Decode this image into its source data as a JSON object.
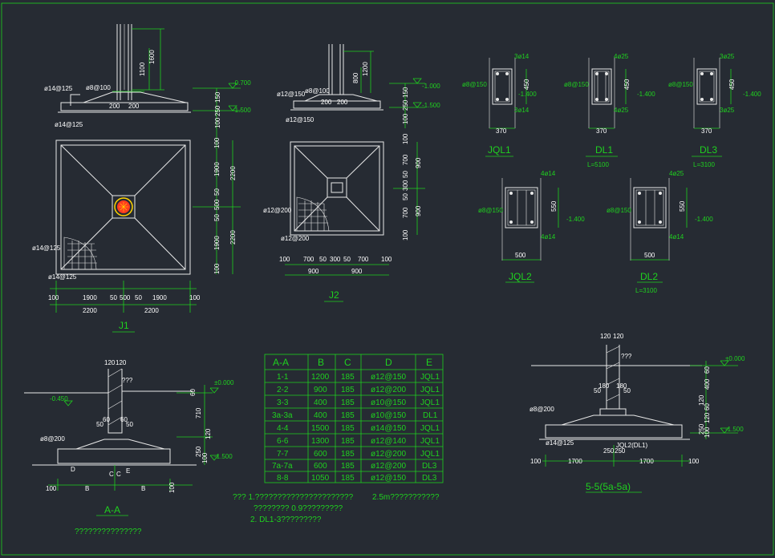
{
  "titles": {
    "j1": "J1",
    "j2": "J2",
    "jql1": "JQL1",
    "dl1": "DL1",
    "dl1_len": "L=5100",
    "dl3": "DL3",
    "dl3_len": "L=3100",
    "jql2": "JQL2",
    "dl2": "DL2",
    "dl2_len": "L=3100",
    "aa": "A-A",
    "aa_sub": "???????????????",
    "s55": "5-5(5a-5a)"
  },
  "j1": {
    "col_dim1": "1600",
    "col_dim2": "1100",
    "rebar_col": "ø8@100",
    "dim_200a": "200",
    "dim_200b": "200",
    "rebar_top": "ø14@125",
    "rebar_bot": "ø14@125",
    "elev_top": "-0.700",
    "elev_bot": "-1.500",
    "side_dims": [
      "150",
      "250",
      "100"
    ],
    "plan_side": [
      "100",
      "1900",
      "50",
      "500",
      "50",
      "1900",
      "100"
    ],
    "plan_total": [
      "2200",
      "2200"
    ],
    "plan_rebar1": "ø14@125",
    "plan_rebar2": "ø14@125",
    "bottom_dims": [
      "100",
      "1900",
      "50",
      "500",
      "50",
      "1900",
      "100"
    ],
    "bottom_total": [
      "2200",
      "2200"
    ]
  },
  "j2": {
    "col_dim1": "1200",
    "col_dim2": "800",
    "rebar_col": "ø8@100",
    "dim_200a": "200",
    "dim_200b": "200",
    "rebar_top": "ø12@150",
    "rebar_bot": "ø12@150",
    "elev_top": "-1.000",
    "elev_bot": "-1.500",
    "side_dims": [
      "150",
      "250",
      "100"
    ],
    "plan_side": [
      "100",
      "700",
      "50",
      "300",
      "50",
      "700",
      "100"
    ],
    "plan_total": [
      "900",
      "900"
    ],
    "plan_rebar1": "ø12@200",
    "plan_rebar2": "ø12@200",
    "bottom_dims": [
      "100",
      "700",
      "50",
      "300",
      "50",
      "700",
      "100"
    ],
    "bottom_total": [
      "900",
      "900"
    ]
  },
  "beams": {
    "jql1": {
      "top": "3ø14",
      "side": "ø8@150",
      "bot": "3ø14",
      "h": "450",
      "elev": "-1.400",
      "w": "370"
    },
    "dl1": {
      "top": "4ø25",
      "side": "ø8@150",
      "bot": "4ø25",
      "h": "450",
      "elev": "-1.400",
      "w": "370"
    },
    "dl3": {
      "top": "3ø25",
      "side": "ø8@150",
      "bot": "3ø25",
      "h": "450",
      "elev": "-1.400",
      "w": "370"
    },
    "jql2": {
      "top": "4ø14",
      "side": "ø8@150",
      "bot": "4ø14",
      "h": "550",
      "elev": "-1.400",
      "w": "500"
    },
    "dl2": {
      "top": "4ø25",
      "side": "ø8@150",
      "bot": "4ø14",
      "h": "550",
      "elev": "-1.400",
      "w": "500"
    }
  },
  "section_aa": {
    "top_dims": [
      "120",
      "120"
    ],
    "q": "???",
    "elev_pos": "±0.000",
    "elev_neg": "-0.450",
    "elev_low": "-1.500",
    "dims_mid": [
      "50",
      "60",
      "60",
      "50"
    ],
    "rebar": "ø8@200",
    "right_dims": [
      "60",
      "710",
      "120",
      "250",
      "100"
    ],
    "letters": [
      "D",
      "C",
      "C",
      "E"
    ],
    "bottom": [
      "100",
      "B",
      "B",
      "100"
    ]
  },
  "table": {
    "headers": [
      "A-A",
      "B",
      "C",
      "D",
      "E"
    ],
    "rows": [
      [
        "1-1",
        "1200",
        "185",
        "ø12@150",
        "JQL1"
      ],
      [
        "2-2",
        "900",
        "185",
        "ø12@200",
        "JQL1"
      ],
      [
        "3-3",
        "400",
        "185",
        "ø10@150",
        "JQL1"
      ],
      [
        "3a-3a",
        "400",
        "185",
        "ø10@150",
        "DL1"
      ],
      [
        "4-4",
        "1500",
        "185",
        "ø14@150",
        "JQL1"
      ],
      [
        "6-6",
        "1300",
        "185",
        "ø12@140",
        "JQL1"
      ],
      [
        "7-7",
        "600",
        "185",
        "ø12@200",
        "JQL1"
      ],
      [
        "7a-7a",
        "600",
        "185",
        "ø12@200",
        "DL3"
      ],
      [
        "8-8",
        "1050",
        "185",
        "ø12@150",
        "DL3"
      ]
    ]
  },
  "notes": {
    "line1": "??? 1.??????????????????????",
    "line1b": "2.5m???????????",
    "line2": "???????? 0.9?????????",
    "line3": "2. DL1-3?????????"
  },
  "section_55": {
    "top_dims": [
      "120",
      "120"
    ],
    "q": "???",
    "elev_pos": "±0.000",
    "elev_low": "-1.500",
    "dims": [
      "50",
      "180",
      "180",
      "50"
    ],
    "rebar": "ø8@200",
    "rebar_bot": "ø14@125",
    "label_beam": "JQL2(DL1)",
    "dim_250": "250",
    "dim_250b": "250",
    "right_dims": [
      "60",
      "400",
      "60",
      "120",
      "120",
      "100",
      "250"
    ],
    "bottom": [
      "100",
      "1700",
      "1700",
      "100"
    ]
  },
  "colors": {
    "line": "#e8e8e8",
    "annot": "#1fd11f",
    "bg": "#262b33",
    "highlight": "#ff3b1f",
    "accent": "#ffd400"
  }
}
